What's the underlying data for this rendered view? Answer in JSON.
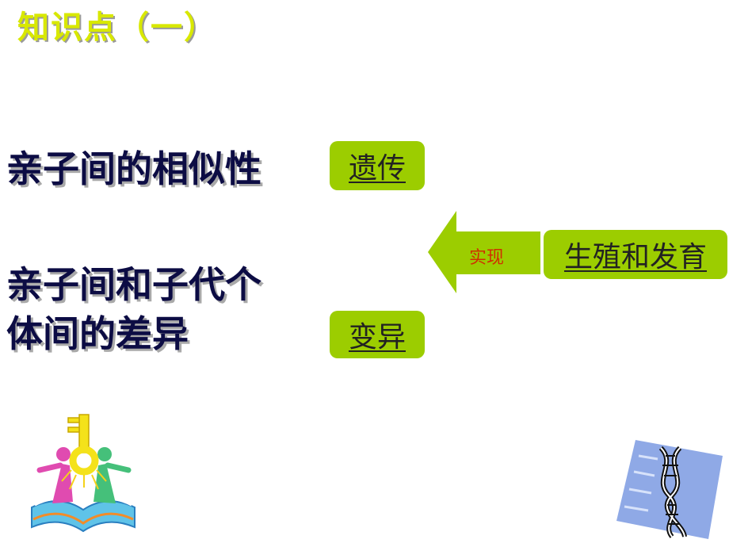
{
  "slide": {
    "title": "知识点（一）",
    "left_items": {
      "similarity": "亲子间的相似性",
      "difference_line1": "亲子间和子代个",
      "difference_line2": "体间的差异"
    },
    "boxes": {
      "heredity": "遗传",
      "variation": "变异",
      "reproduction": "生殖和发育"
    },
    "arrow_label": "实现",
    "colors": {
      "title": "#d8e800",
      "box_fill": "#9ccd00",
      "arrow_fill": "#9ccd00",
      "arrow_label": "#d03000",
      "body_text": "#0c0c44"
    },
    "icons": [
      "key-book-people-clipart",
      "dna-helix-clipart"
    ]
  }
}
